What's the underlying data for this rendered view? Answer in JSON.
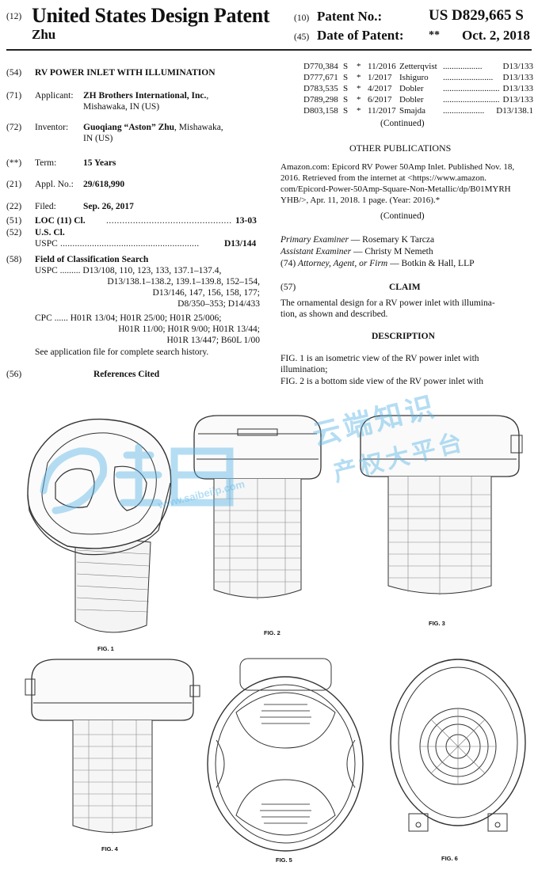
{
  "header": {
    "code12": "(12)",
    "title": "United States Design Patent",
    "inventor_short": "Zhu",
    "code10": "(10)",
    "patent_no_label": "Patent No.:",
    "patent_no": "US D829,665 S",
    "code45": "(45)",
    "date_label": "Date of Patent:",
    "date_flag": "**",
    "date": "Oct. 2, 2018"
  },
  "left": {
    "c54": "(54)",
    "title": "RV POWER INLET WITH ILLUMINATION",
    "c71": "(71)",
    "applicant_label": "Applicant:",
    "applicant_name": "ZH Brothers International, Inc.",
    "applicant_loc1": ",",
    "applicant_loc2": "Mishawaka, IN (US)",
    "c72": "(72)",
    "inventor_label": "Inventor:",
    "inventor_name": "Guoqiang “Aston” Zhu",
    "inventor_loc1": ", Mishawaka,",
    "inventor_loc2": "IN (US)",
    "cterm": "(**)",
    "term_label": "Term:",
    "term_value": "15 Years",
    "c21": "(21)",
    "appl_label": "Appl. No.:",
    "appl_value": "29/618,990",
    "c22": "(22)",
    "filed_label": "Filed:",
    "filed_value": "Sep. 26, 2017",
    "c51": "(51)",
    "loc_label": "LOC (11) Cl.",
    "loc_dots": "...............................................",
    "loc_value": "13-03",
    "c52": "(52)",
    "uscl_label": "U.S. Cl.",
    "uspc_label": "USPC",
    "uspc_dots": ".........................................................",
    "uspc_value": "D13/144",
    "c58": "(58)",
    "field_label": "Field of Classification Search",
    "field_l1": "USPC ......... D13/108, 110, 123, 133, 137.1–137.4,",
    "field_l2": "D13/138.1–138.2, 139.1–139.8, 152–154,",
    "field_l3": "D13/146, 147, 156, 158, 177;",
    "field_l4": "D8/350–353; D14/433",
    "field_l5": "CPC ...... H01R 13/04; H01R 25/00; H01R 25/006;",
    "field_l6": "H01R 11/00; H01R 9/00; H01R 13/44;",
    "field_l7": "H01R 13/447; B60L 1/00",
    "field_l8": "See application file for complete search history.",
    "c56": "(56)",
    "refs_label": "References Cited"
  },
  "right": {
    "refs": [
      {
        "num": "D770,384",
        "k": "S",
        "star": "*",
        "date": "11/2016",
        "name": "Zetterqvist",
        "dots": "..................",
        "cls": "D13/133"
      },
      {
        "num": "D777,671",
        "k": "S",
        "star": "*",
        "date": "1/2017",
        "name": "Ishiguro",
        "dots": ".......................",
        "cls": "D13/133"
      },
      {
        "num": "D783,535",
        "k": "S",
        "star": "*",
        "date": "4/2017",
        "name": "Dobler",
        "dots": "..........................",
        "cls": "D13/133"
      },
      {
        "num": "D789,298",
        "k": "S",
        "star": "*",
        "date": "6/2017",
        "name": "Dobler",
        "dots": "..........................",
        "cls": "D13/133"
      },
      {
        "num": "D803,158",
        "k": "S",
        "star": "*",
        "date": "11/2017",
        "name": "Smajda",
        "dots": "...................",
        "cls": "D13/138.1"
      }
    ],
    "continued1": "(Continued)",
    "other_pubs": "OTHER PUBLICATIONS",
    "pub_l1": "Amazon.com: Epicord RV Power 50Amp Inlet. Published Nov. 18,",
    "pub_l2": "2016. Retrieved from the internet at <https://www.amazon.",
    "pub_l3": "com/Epicord-Power-50Amp-Square-Non-Metallic/dp/B01MYRH",
    "pub_l4": "YHB/>, Apr. 11, 2018. 1 page. (Year: 2016).*",
    "continued2": "(Continued)",
    "primary_label": "Primary Examiner",
    "primary_value": " — Rosemary K Tarcza",
    "assistant_label": "Assistant Examiner",
    "assistant_value": " — Christy M Nemeth",
    "c74": "(74)",
    "attorney_label": "Attorney, Agent, or Firm",
    "attorney_value": " — Botkin & Hall, LLP",
    "c57": "(57)",
    "claim_label": "CLAIM",
    "claim_l1": "The ornamental design for a RV power inlet with illumina-",
    "claim_l2": "tion, as shown and described.",
    "desc_label": "DESCRIPTION",
    "desc_l1": "FIG. 1 is an isometric view of the RV power inlet with",
    "desc_l2": "illumination;",
    "desc_l3": "FIG. 2 is a bottom side view of the RV power inlet with"
  },
  "figures": {
    "fig1": "FIG. 1",
    "fig2": "FIG. 2",
    "fig3": "FIG. 3",
    "fig4": "FIG. 4",
    "fig5": "FIG. 5",
    "fig6": "FIG. 6"
  },
  "watermark": {
    "cn1": "云端知识",
    "cn2": "产权大平台",
    "url": "www.saibeiip.com",
    "color": "#5bb6e6"
  }
}
